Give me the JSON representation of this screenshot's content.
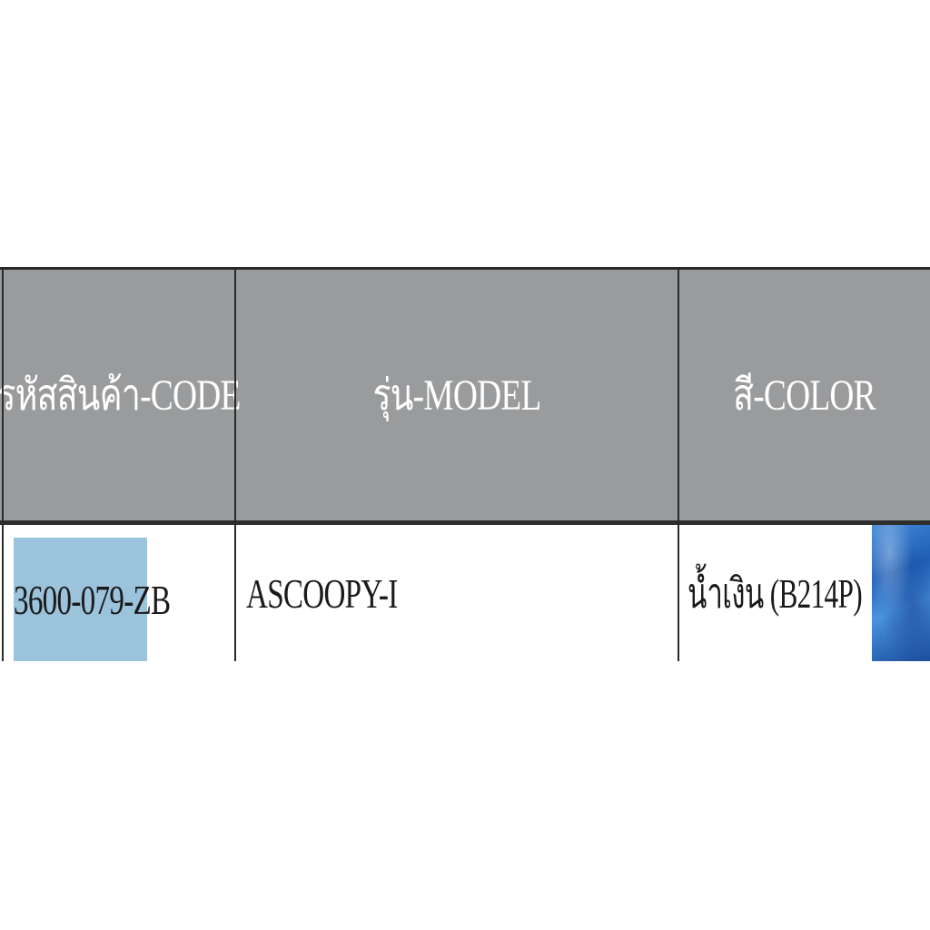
{
  "table": {
    "headers": {
      "code": "รหัสสินค้า-CODE",
      "model": "รุ่น-MODEL",
      "color": "สี-COLOR"
    },
    "rows": [
      {
        "code": "3600-079-ZB",
        "model": "ASCOOPY-I",
        "color": "น้ำเงิน (B214P)"
      }
    ]
  },
  "colors": {
    "header_background": "#9a9b9d",
    "header_text": "#ffffff",
    "code_highlight": "#9cc3dc",
    "swatch_blue": "#2a6cc4",
    "grid_lines": "#2a2a2a"
  }
}
